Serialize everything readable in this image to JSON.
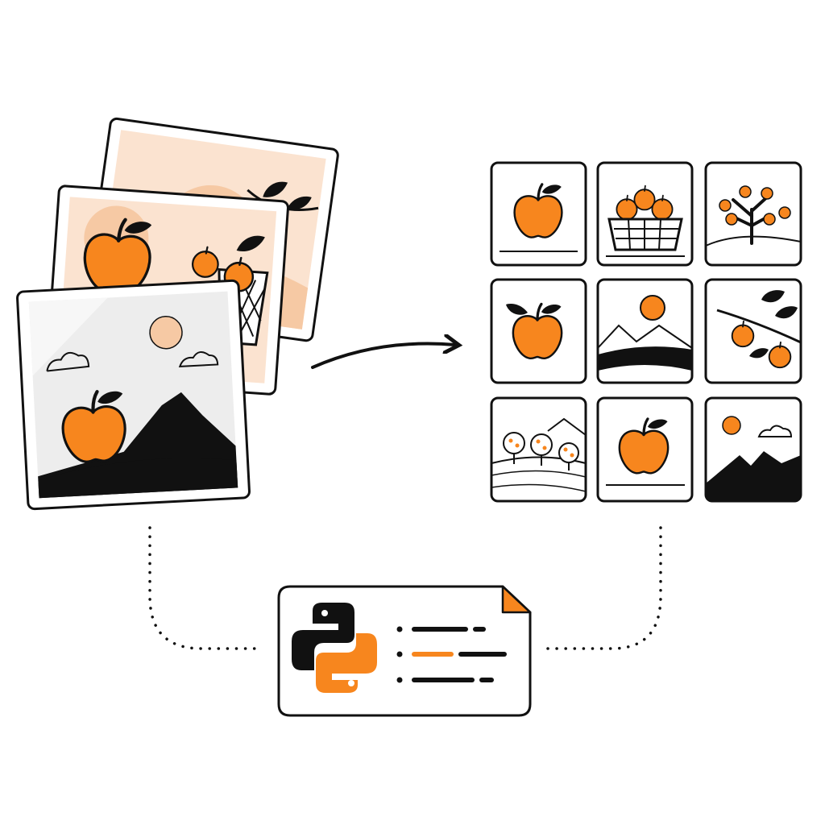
{
  "colors": {
    "accent": "#F7861E",
    "accent_light": "#F6C9A4",
    "peach_bg": "#FBE3D0",
    "ink": "#111111",
    "paper": "#FFFFFF",
    "sky_gray": "#EDEDED"
  },
  "input_photos": [
    {
      "scene": "apple-branch-peach",
      "icon": "photo-icon"
    },
    {
      "scene": "apples-basket-peach",
      "icon": "photo-icon"
    },
    {
      "scene": "apple-mountain-sun",
      "icon": "photo-icon"
    }
  ],
  "output_tiles": [
    {
      "scene": "apple",
      "icon": "apple-icon"
    },
    {
      "scene": "apple-basket",
      "icon": "basket-icon"
    },
    {
      "scene": "apple-tree",
      "icon": "tree-icon"
    },
    {
      "scene": "apple-leaves",
      "icon": "apple-icon"
    },
    {
      "scene": "mountains-sun",
      "icon": "mountain-icon"
    },
    {
      "scene": "apple-branch",
      "icon": "branch-icon"
    },
    {
      "scene": "orchard",
      "icon": "orchard-icon"
    },
    {
      "scene": "apple",
      "icon": "apple-icon"
    },
    {
      "scene": "mountain-night",
      "icon": "mountain-icon"
    }
  ],
  "script_card": {
    "icon": "python-logo-icon",
    "code_lines": 3
  }
}
